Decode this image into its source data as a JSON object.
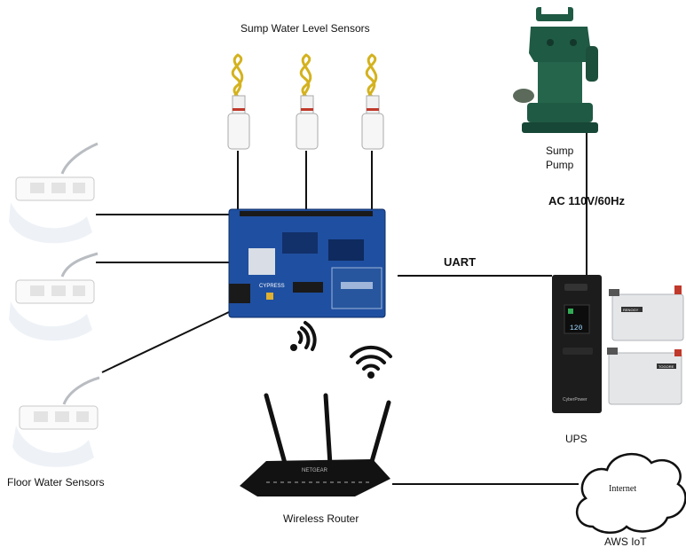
{
  "labels": {
    "sump_sensors": "Sump Water Level Sensors",
    "sump_pump_line1": "Sump",
    "sump_pump_line2": "Pump",
    "ac_power": "AC 110V/60Hz",
    "uart": "UART",
    "ups": "UPS",
    "floor_sensors": "Floor Water Sensors",
    "router": "Wireless Router",
    "internet": "Internet",
    "aws": "AWS IoT"
  },
  "board": {
    "brand": "CYPRESS"
  },
  "ups_device": {
    "display": "120",
    "brand": "CyberPower"
  },
  "batteries": [
    {
      "brand": "RENOGY"
    },
    {
      "brand": "TOGORE"
    }
  ],
  "router_device": {
    "brand": "NETGEAR"
  },
  "colors": {
    "board": "#1f4fa0",
    "pump": "#1f5a44",
    "wire": "#111111",
    "sensor_wire": "#d4b21e"
  }
}
